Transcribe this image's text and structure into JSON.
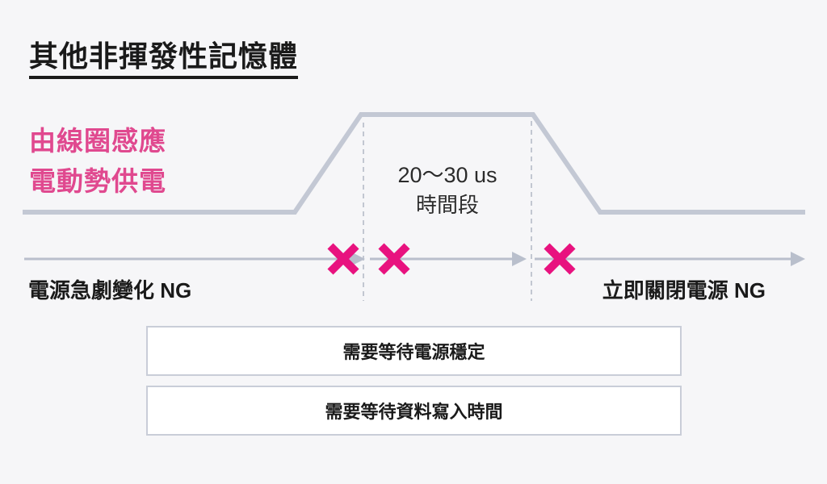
{
  "title": "其他非揮發性記憶體",
  "coil_label": {
    "line1": "由線圈感應",
    "line2": "電動勢供電"
  },
  "pulse": {
    "duration_line1": "20〜30 us",
    "duration_line2": "時間段"
  },
  "timeline": {
    "left_label": "電源急劇變化 NG",
    "right_label": "立即關閉電源 NG"
  },
  "notes": [
    {
      "text": "需要等待電源穩定"
    },
    {
      "text": "需要等待資料寫入時間"
    }
  ],
  "icons": {
    "cross": "x-cross-icon",
    "arrowhead": "arrow-right-icon"
  },
  "colors": {
    "background": "#F6F6F8",
    "waveform_gray": "#C3C8D4",
    "timeline_gray": "#B9BFCC",
    "dashed_gray": "#C2C7D1",
    "cross_pink": "#E8127F",
    "accent_pink": "#E0498F",
    "text_black": "#1A1A1A",
    "box_border": "#C9CDD8",
    "box_fill": "#FFFFFF"
  }
}
